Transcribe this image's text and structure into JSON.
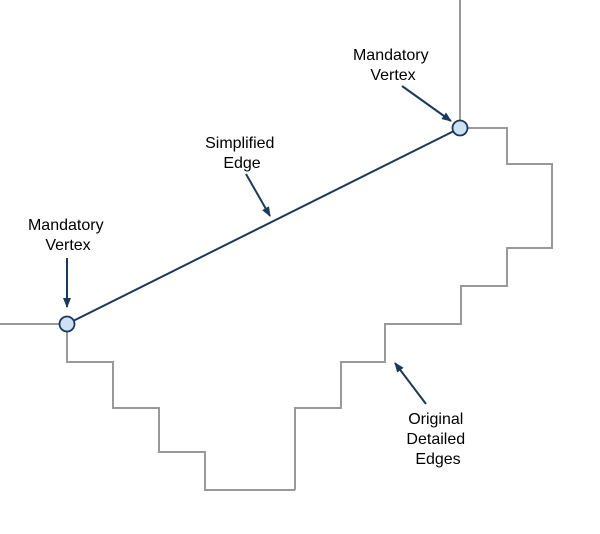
{
  "labels": {
    "mandatory_vertex_top": [
      "Mandatory",
      "Vertex"
    ],
    "simplified_edge": [
      "Simplified",
      "Edge"
    ],
    "mandatory_vertex_left": [
      "Mandatory",
      "Vertex"
    ],
    "original_edges": [
      "Original",
      "Detailed",
      "Edges"
    ]
  },
  "colors": {
    "original_edge": "#999999",
    "simplified_edge": "#1a3a5c",
    "vertex_fill": "#cfe0f3",
    "vertex_stroke": "#1a3a5c",
    "arrow": "#1a3a5c",
    "text": "#000000",
    "background": "#ffffff"
  }
}
